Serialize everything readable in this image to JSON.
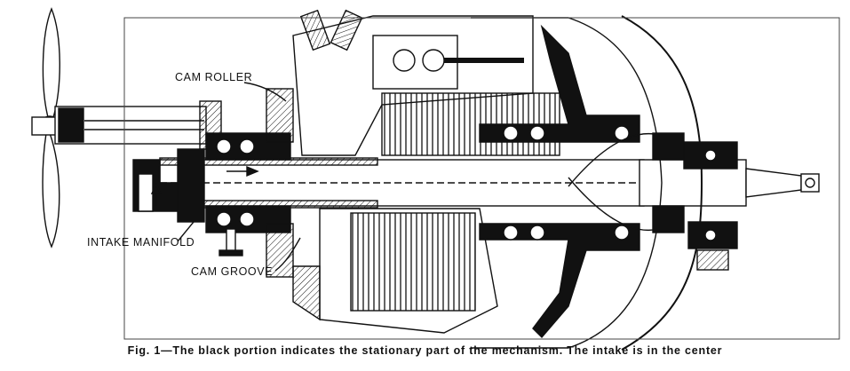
{
  "labels": {
    "cam_roller": "CAM ROLLER",
    "intake_manifold": "INTAKE MANIFOLD",
    "cam_groove": "CAM GROOVE"
  },
  "caption": "Fig. 1—The black portion indicates the stationary part of the mechanism.  The intake is in the center",
  "colors": {
    "ink": "#111111",
    "paper": "#ffffff"
  }
}
